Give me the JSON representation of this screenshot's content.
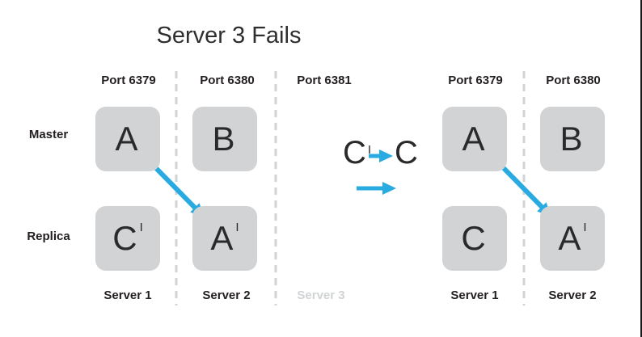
{
  "title": "Server 3 Fails",
  "colors": {
    "accent_blue": "#29abe2",
    "box_gray": "#d2d3d5",
    "divider_gray": "#d1d3d4",
    "muted_text_gray": "#d1d3d4",
    "text_dark": "#231f20"
  },
  "left_panel": {
    "ports": [
      "Port 6379",
      "Port 6380",
      "Port 6381"
    ],
    "row_labels": {
      "master": "Master",
      "replica": "Replica"
    },
    "boxes": {
      "master": [
        {
          "letter": "A",
          "prime": ""
        },
        {
          "letter": "B",
          "prime": ""
        }
      ],
      "replica": [
        {
          "letter": "C",
          "prime": "I"
        },
        {
          "letter": "A",
          "prime": "I"
        }
      ]
    },
    "servers": [
      "Server 1",
      "Server 2",
      "Server 3"
    ]
  },
  "annotation": {
    "from_letter": "C",
    "from_prime": "I",
    "to_letter": "C"
  },
  "right_panel": {
    "ports": [
      "Port 6379",
      "Port 6380"
    ],
    "boxes": {
      "master": [
        {
          "letter": "A",
          "prime": ""
        },
        {
          "letter": "B",
          "prime": ""
        }
      ],
      "replica": [
        {
          "letter": "C",
          "prime": ""
        },
        {
          "letter": "A",
          "prime": "I"
        }
      ]
    },
    "servers": [
      "Server 1",
      "Server 2"
    ]
  }
}
